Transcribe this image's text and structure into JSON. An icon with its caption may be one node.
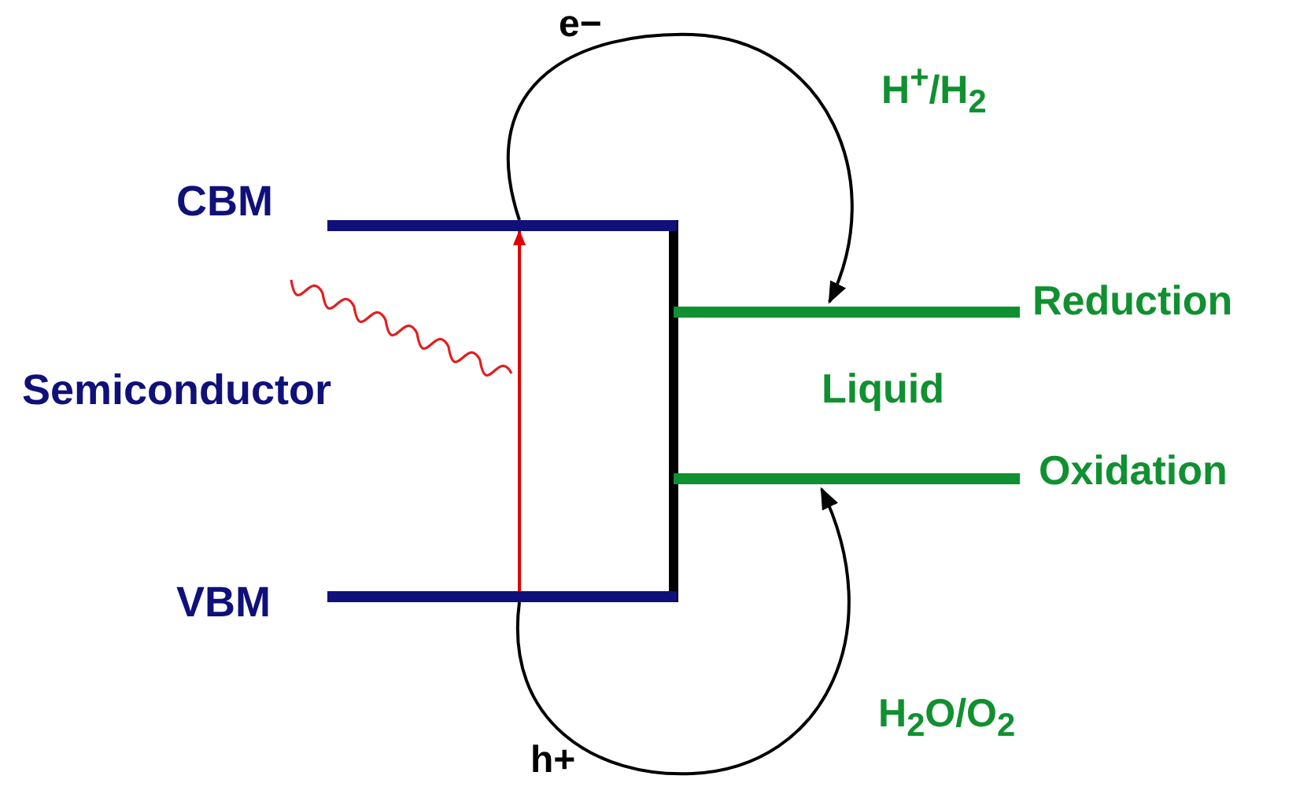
{
  "diagram": {
    "nodes": [
      {
        "text": [],
        "shape": "bar",
        "beside": [
          "CBM"
        ]
      },
      {
        "text": [],
        "shape": "bar",
        "beside": [
          "Reduction"
        ]
      },
      {
        "text": [],
        "shape": "bar",
        "beside": [
          "Oxidation"
        ]
      },
      {
        "text": [],
        "shape": "bar",
        "beside": [
          "VBM"
        ]
      }
    ],
    "edges": [
      {
        "from": 3,
        "to": 0,
        "arrow": "to",
        "color": "#e00000"
      },
      {
        "from": 0,
        "to": 1,
        "arrow": "to",
        "label": "e−"
      },
      {
        "from": 3,
        "to": 2,
        "arrow": "to",
        "label": "h+"
      }
    ],
    "labels": [
      "H$^{+}$/H$_{2}$",
      "Semiconductor",
      "Liquid",
      "H$_{2}$O/O$_{2}$"
    ]
  }
}
